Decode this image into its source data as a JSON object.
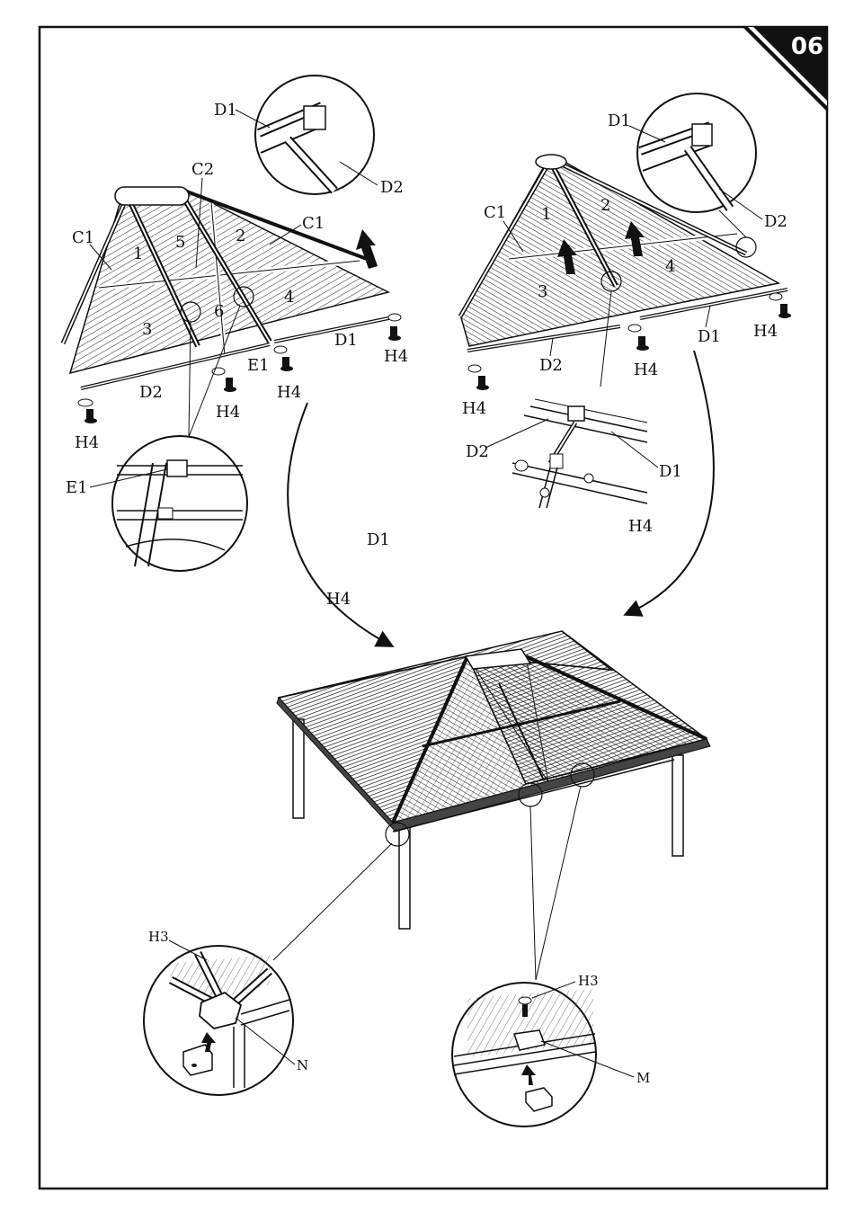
{
  "step": {
    "number": "06"
  },
  "colors": {
    "ink": "#111111",
    "paper": "#ffffff",
    "roof_dark": "#3a3a3a"
  },
  "left_panel": {
    "labels": {
      "d1_top": "D1",
      "d2_top": "D2",
      "c2": "C2",
      "c1_left": "C1",
      "c1_right": "C1",
      "d1": "D1",
      "d2": "D2",
      "e1": "E1",
      "e1_zoom": "E1",
      "h4_a": "H4",
      "h4_b": "H4",
      "h4_c": "H4",
      "h4_d": "H4"
    },
    "panel_numbers": [
      "1",
      "2",
      "3",
      "4",
      "5",
      "6"
    ]
  },
  "right_panel": {
    "labels": {
      "d1_top": "D1",
      "d2_top": "D2",
      "c1": "C1",
      "d1": "D1",
      "d2": "D2",
      "h4_a": "H4",
      "h4_b": "H4",
      "h4_c": "H4",
      "d2_zoom": "D2",
      "d1_zoom": "D1",
      "h4_zoom": "H4"
    },
    "panel_numbers": [
      "1",
      "2",
      "3",
      "4"
    ]
  },
  "middle_labels": {
    "d1": "D1",
    "h4": "H4"
  },
  "bottom_details": {
    "h3_left": "H3",
    "n": "N",
    "h3_right": "H3",
    "m": "M"
  }
}
